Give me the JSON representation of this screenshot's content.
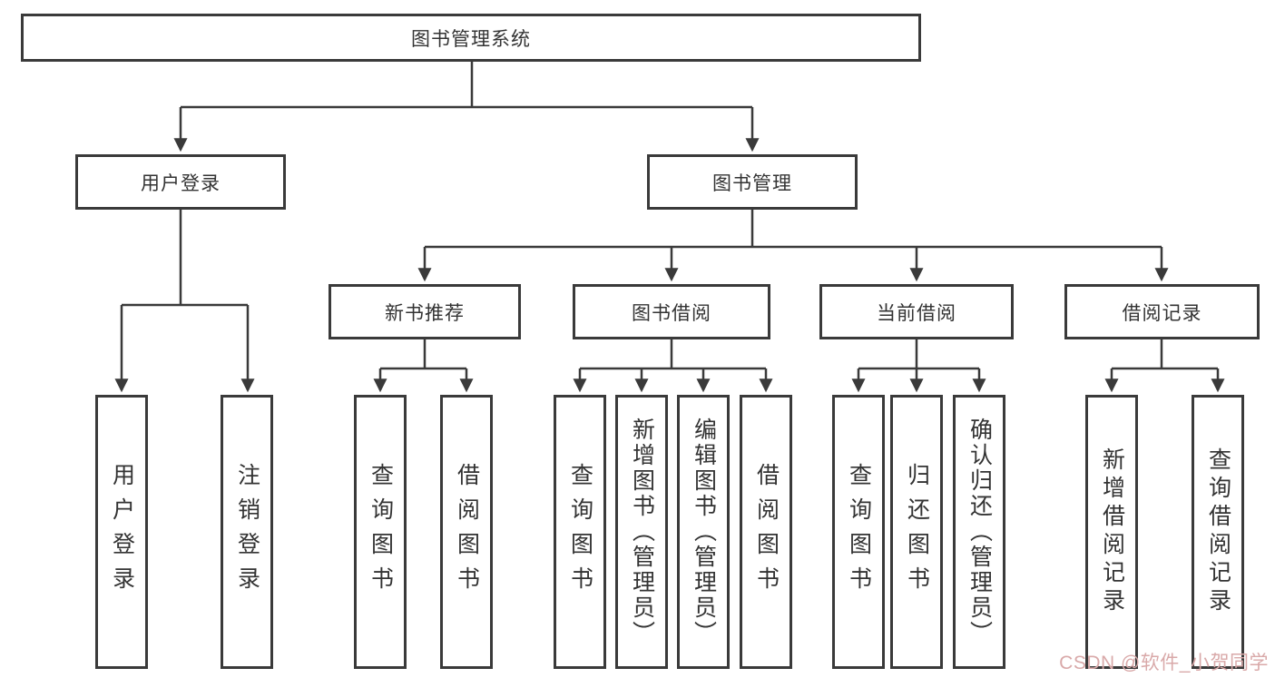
{
  "diagram": {
    "root": {
      "label": "图书管理系统",
      "children": [
        {
          "label": "用户登录",
          "children": [
            {
              "label": "用户登录"
            },
            {
              "label": "注销登录"
            }
          ]
        },
        {
          "label": "图书管理",
          "children": [
            {
              "label": "新书推荐",
              "children": [
                {
                  "label": "查询图书"
                },
                {
                  "label": "借阅图书"
                }
              ]
            },
            {
              "label": "图书借阅",
              "children": [
                {
                  "label": "查询图书"
                },
                {
                  "label": "新增图书（管理员）"
                },
                {
                  "label": "编辑图书（管理员）"
                },
                {
                  "label": "借阅图书"
                }
              ]
            },
            {
              "label": "当前借阅",
              "children": [
                {
                  "label": "查询图书"
                },
                {
                  "label": "归还图书"
                },
                {
                  "label": "确认归还（管理员）"
                }
              ]
            },
            {
              "label": "借阅记录",
              "children": [
                {
                  "label": "新增借阅记录"
                },
                {
                  "label": "查询借阅记录"
                }
              ]
            }
          ]
        }
      ]
    },
    "watermark": "CSDN @软件_小贺同学",
    "colors": {
      "line": "#3a3a3a",
      "box_border": "#3a3a3a",
      "text": "#333333",
      "watermark": "#d9a9a9",
      "background": "#ffffff"
    }
  }
}
